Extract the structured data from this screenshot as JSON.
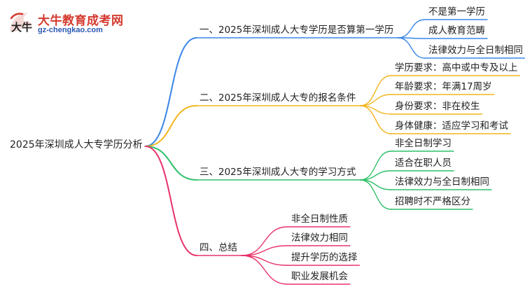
{
  "logo": {
    "icon": "university-bull-logo",
    "glyph": "大牛",
    "title": "大牛教育成考网",
    "url": "gz-chengkao.com"
  },
  "root": {
    "label": "2025年深圳成人大专学历分析"
  },
  "colors": {
    "branch1": "#3a86e8",
    "branch2": "#f2b51c",
    "branch3": "#2fbf6a",
    "branch4": "#e8326a",
    "logo_red": "#d43a2f",
    "logo_blue": "#2b58b3"
  },
  "branches": [
    {
      "label": "一、2025年深圳成人大专学历是否算第一学历",
      "children": [
        "不是第一学历",
        "成人教育范畴",
        "法律效力与全日制相同"
      ]
    },
    {
      "label": "二、2025年深圳成人大专的报名条件",
      "children": [
        "学历要求：高中或中专及以上",
        "年龄要求：年满17周岁",
        "身份要求：非在校生",
        "身体健康：适应学习和考试"
      ]
    },
    {
      "label": "三、2025年深圳成人大专的学习方式",
      "children": [
        "非全日制学习",
        "适合在职人员",
        "法律效力与全日制相同",
        "招聘时不严格区分"
      ]
    },
    {
      "label": "四、总结",
      "children": [
        "非全日制性质",
        "法律效力相同",
        "提升学历的选择",
        "职业发展机会"
      ]
    }
  ]
}
